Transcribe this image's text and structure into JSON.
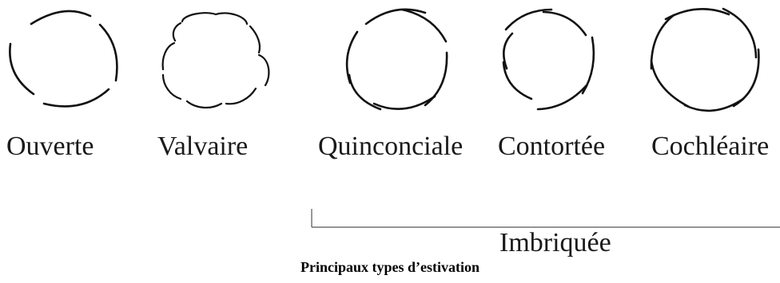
{
  "diagrams": [
    {
      "label": "Ouverte",
      "icon": "open-aestivation-icon"
    },
    {
      "label": "Valvaire",
      "icon": "valvate-aestivation-icon"
    },
    {
      "label": "Quinconciale",
      "icon": "quincuncial-aestivation-icon"
    },
    {
      "label": "Contortée",
      "icon": "contorted-aestivation-icon"
    },
    {
      "label": "Cochléaire",
      "icon": "cochlear-aestivation-icon"
    }
  ],
  "group_label": "Imbriquée",
  "caption": "Principaux types d’estivation"
}
